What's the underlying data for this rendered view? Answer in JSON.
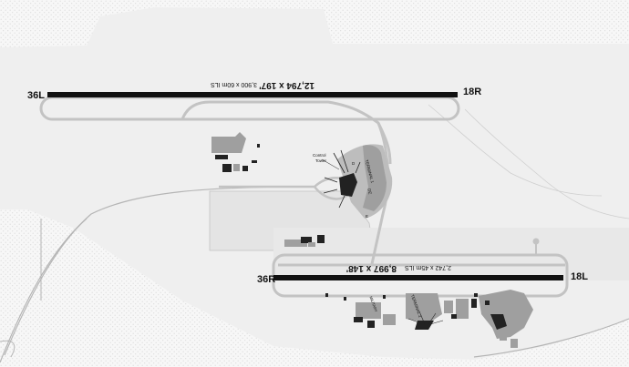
{
  "map": {
    "colors": {
      "ground": "#efefef",
      "stipple": "#d9d9d9",
      "pavement": "#dcdcdc",
      "taxiway": "#c8c8c8",
      "runway": "#111111",
      "building": "#9f9f9f",
      "building_dark": "#222222",
      "road": "#bdbdbd"
    },
    "runways": [
      {
        "id": "north",
        "end_left": "36L",
        "end_right": "18R",
        "dimensions": "12,794 x 197'",
        "ils": "3,900 x 60m ILS"
      },
      {
        "id": "south",
        "end_left": "36R",
        "end_right": "18L",
        "dimensions": "8,997 x 148'",
        "ils": "2,742 x 45m ILS"
      }
    ],
    "labels": {
      "control_tower": [
        "Control",
        "Tower"
      ],
      "terminal_1": "TERMINAL 1",
      "terminal_2": "TERMINAL 2",
      "military": "MILITARY",
      "gate_d": "D",
      "gate_de": "DE",
      "gate_e": "E"
    }
  }
}
